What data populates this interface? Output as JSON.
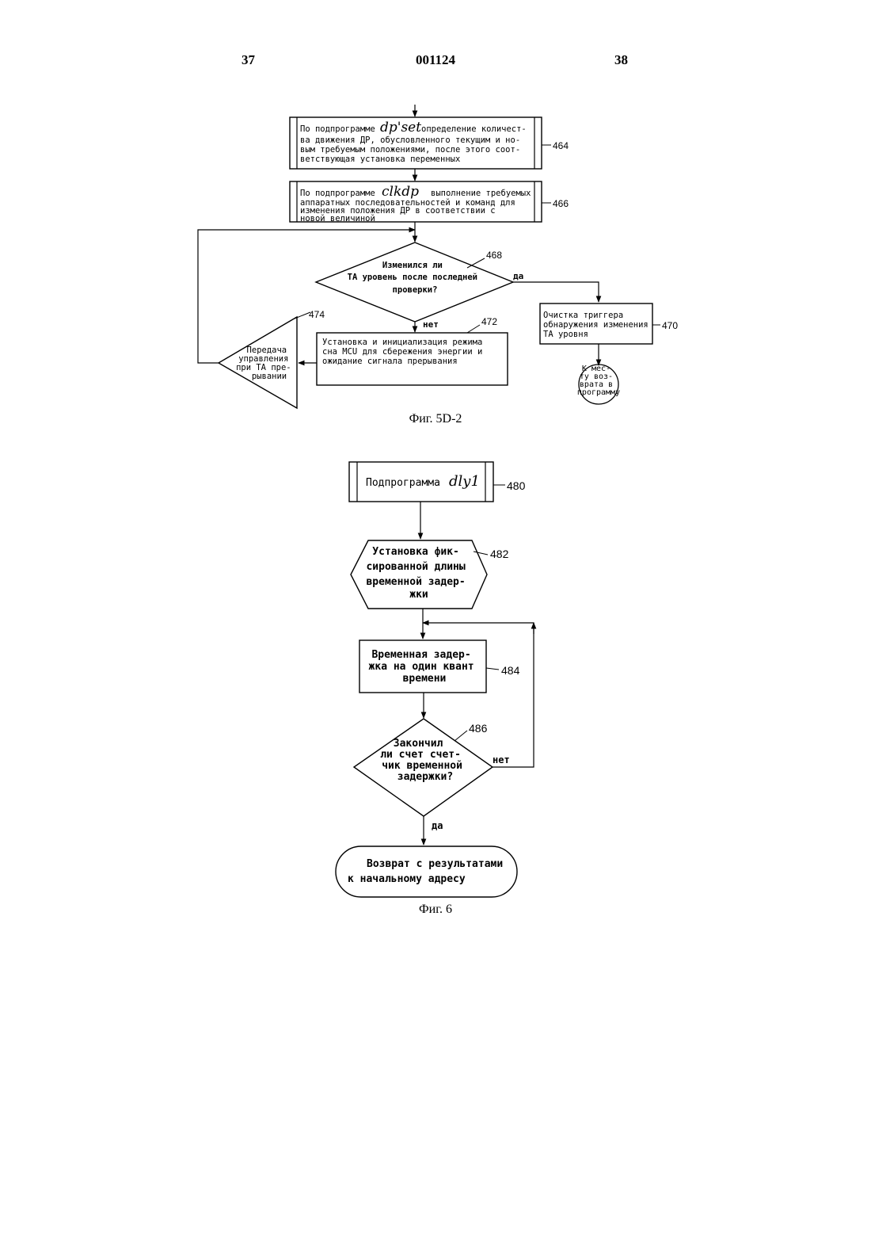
{
  "header": {
    "page_left": "37",
    "doc_number": "001124",
    "page_right": "38"
  },
  "fig5d2": {
    "caption": "Фиг. 5D-2",
    "box464": {
      "ref": "464",
      "prefix": "По подпрограмме",
      "routine": "dp'set",
      "suffix": "определение количест-",
      "lines": [
        "ва движения ДР, обусловленного текущим и но-",
        "вым требуемым положениями, после этого соот-",
        "ветствующая установка переменных"
      ]
    },
    "box466": {
      "ref": "466",
      "prefix": "По подпрограмме",
      "routine": "clkdp",
      "suffix": "выполнение требуемых",
      "lines": [
        "аппаратных последовательностей и команд для",
        "изменения положения ДР в соответствии с",
        "новой величиной"
      ]
    },
    "decision468": {
      "ref": "468",
      "lines": [
        "Изменился ли",
        "ТА уровень после последней",
        "проверки?"
      ],
      "yes_label": "да",
      "no_label": "нет"
    },
    "box470": {
      "ref": "470",
      "lines": [
        "Очистка триггера",
        "обнаружения изменения",
        "ТА уровня"
      ]
    },
    "box472": {
      "ref": "472",
      "lines": [
        "Установка и инициализация режима",
        "сна MCU для сбережения энергии и",
        "ожидание сигнала прерывания"
      ]
    },
    "triangle474": {
      "ref": "474",
      "lines": [
        "Передача",
        "управления",
        "при ТА пре-",
        "рывании"
      ]
    },
    "connector_return": {
      "lines": [
        "К мес-",
        "ту воз-",
        "врата в",
        "программу"
      ]
    }
  },
  "fig6": {
    "caption": "Фиг. 6",
    "box480": {
      "ref": "480",
      "label": "Подпрограмма",
      "routine": "dly1"
    },
    "hex482": {
      "ref": "482",
      "lines": [
        "Установка фик-",
        "сированной длины",
        "временной задер-",
        "жки"
      ]
    },
    "box484": {
      "ref": "484",
      "lines": [
        "Временная задер-",
        "жка на один квант",
        "времени"
      ]
    },
    "decision486": {
      "ref": "486",
      "lines": [
        "Закончил",
        "ли счет счет-",
        "чик временной",
        "задержки?"
      ],
      "no_label": "нет",
      "yes_label": "да"
    },
    "terminal": {
      "lines": [
        "Возврат с результатами",
        "к начальному адресу"
      ]
    }
  }
}
